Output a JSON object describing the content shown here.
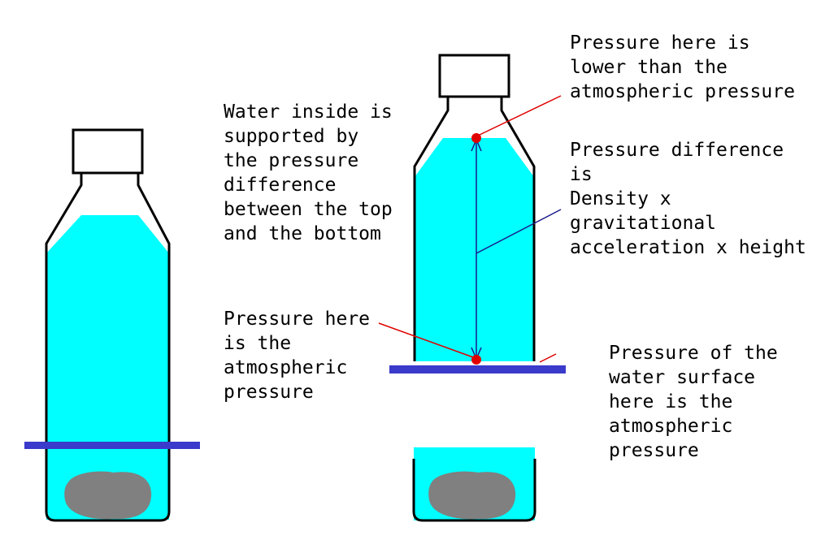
{
  "colors": {
    "water": "#00FFFF",
    "outline": "#000000",
    "sediment": "#808080",
    "plate": "#3A3ACB",
    "pointer": "#E00000",
    "point": "#E00000",
    "arrow": "#1A1A8C",
    "background": "#FFFFFF"
  },
  "labels": {
    "water_inside": [
      "Water inside is",
      "supported by",
      "the pressure",
      "difference",
      "between the top",
      "and the bottom"
    ],
    "pressure_top": [
      "Pressure here is",
      "lower than the",
      "atmospheric pressure"
    ],
    "pressure_difference": [
      "Pressure difference",
      "is",
      "Density x",
      "gravitational",
      "acceleration x height"
    ],
    "pressure_bottom": [
      "Pressure here",
      "is the",
      "atmospheric",
      "pressure"
    ],
    "water_surface": [
      "Pressure of the",
      "water surface",
      "here is the",
      "atmospheric",
      "pressure"
    ]
  }
}
